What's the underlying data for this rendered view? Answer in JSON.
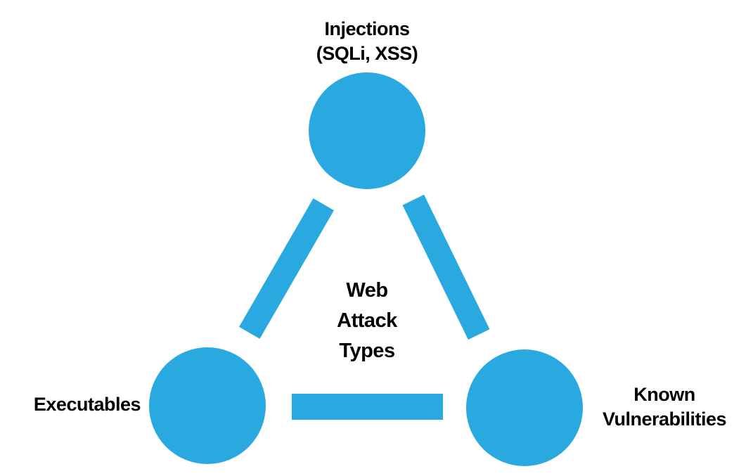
{
  "diagram": {
    "center_title": {
      "lines": [
        "Web",
        "Attack",
        "Types"
      ]
    },
    "nodes": {
      "top": {
        "id": "injections",
        "label_lines": [
          "Injections",
          "(SQLi, XSS)"
        ]
      },
      "bottom_left": {
        "id": "executables",
        "label_lines": [
          "Executables"
        ]
      },
      "bottom_right": {
        "id": "known-vulnerabilities",
        "label_lines": [
          "Known",
          "Vulnerabilities"
        ]
      }
    },
    "connectors": [
      "top-to-bottom-left",
      "top-to-bottom-right",
      "bottom-left-to-bottom-right"
    ],
    "colors": {
      "accent": "#29A9E0",
      "text": "#000000",
      "background": "#FFFFFF"
    }
  }
}
